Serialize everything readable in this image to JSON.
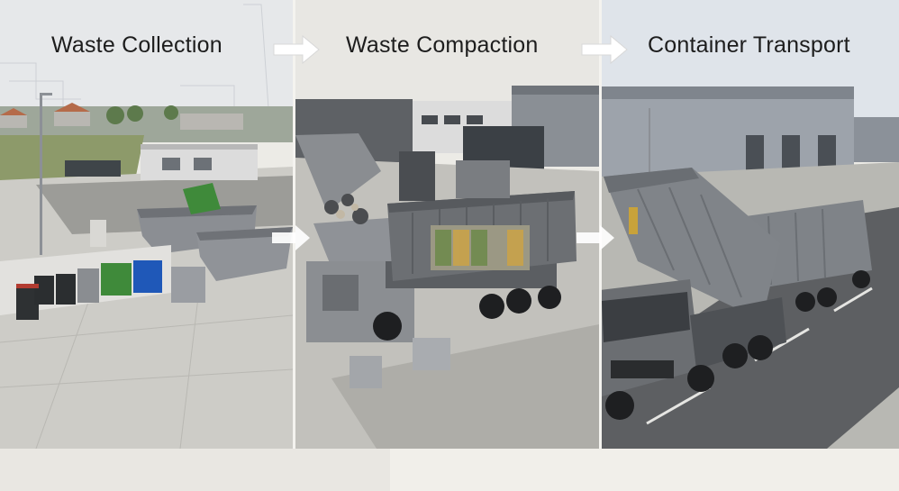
{
  "stages": [
    {
      "title": "Waste Collection"
    },
    {
      "title": "Waste Compaction"
    },
    {
      "title": "Container Transport"
    }
  ],
  "colors": {
    "sky": "#e4e7ea",
    "pavement": "#c9c8c3",
    "truck_gray": "#6b6e72",
    "container_gray": "#7d8085",
    "bin_green": "#3f8a3a",
    "bin_blue": "#1f58b8",
    "road": "#5d5f62"
  },
  "icons": [
    "right-arrow-icon"
  ]
}
